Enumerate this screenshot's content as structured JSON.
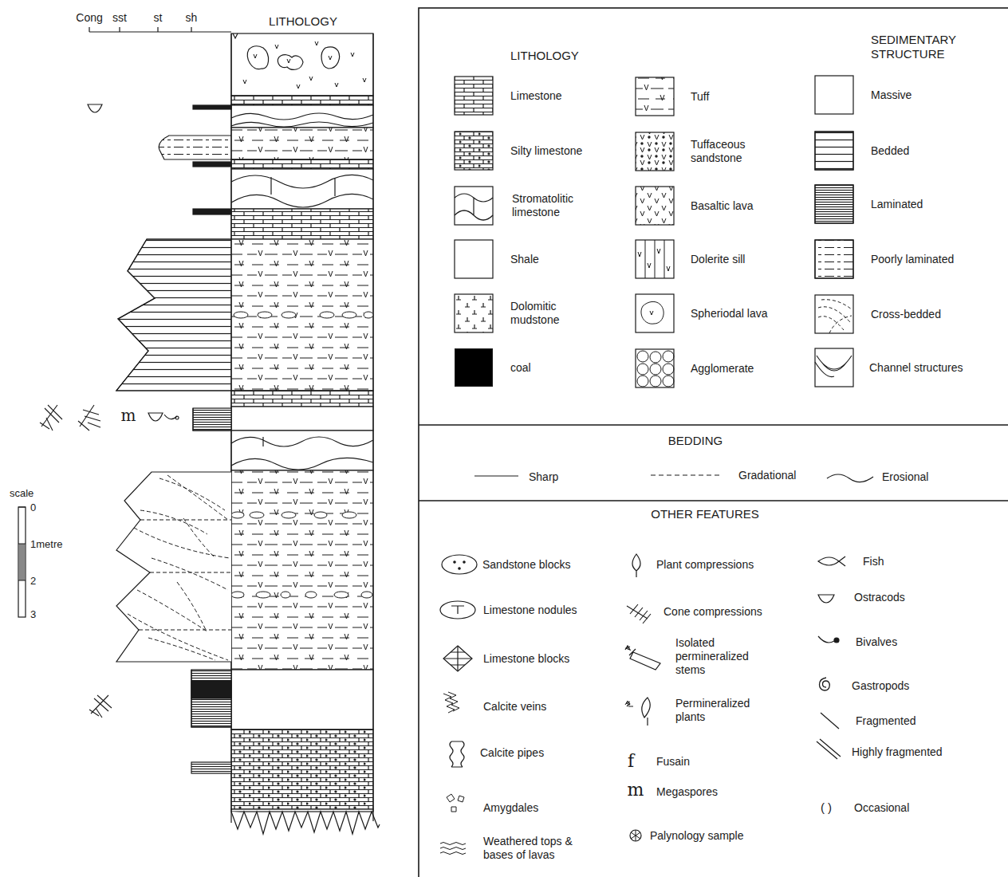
{
  "diagram": {
    "labels": [
      "Cong",
      "sst",
      "st",
      "sh",
      "LITHOLOGY",
      "m",
      "scale",
      "0",
      "1metre",
      "2",
      "3",
      "LITHOLOGY",
      "SEDIMENTARY STRUCTURE",
      "BEDDING",
      "OTHER FEATURES",
      "f",
      "m",
      "( )"
    ],
    "legend": [
      {
        "text": "Limestone"
      },
      {
        "text": "Silty limestone"
      },
      {
        "text": "Stromatolitic limestone"
      },
      {
        "text": "Shale"
      },
      {
        "text": "Dolomitic mudstone"
      },
      {
        "text": "coal",
        "color": "#000000"
      },
      {
        "text": "Tuff"
      },
      {
        "text": "Tuffaceous sandstone"
      },
      {
        "text": "Basaltic lava"
      },
      {
        "text": "Dolerite sill"
      },
      {
        "text": "Spheriodal lava"
      },
      {
        "text": "Agglomerate"
      },
      {
        "text": "Massive"
      },
      {
        "text": "Bedded"
      },
      {
        "text": "Laminated"
      },
      {
        "text": "Poorly laminated"
      },
      {
        "text": "Cross-bedded"
      },
      {
        "text": "Channel structures"
      },
      {
        "text": "Sharp"
      },
      {
        "text": "Gradational"
      },
      {
        "text": "Erosional"
      },
      {
        "text": "Sandstone blocks"
      },
      {
        "text": "Limestone nodules"
      },
      {
        "text": "Limestone blocks"
      },
      {
        "text": "Calcite veins"
      },
      {
        "text": "Calcite pipes"
      },
      {
        "text": "Amygdales"
      },
      {
        "text": "Weathered tops & bases of lavas"
      },
      {
        "text": "Plant compressions"
      },
      {
        "text": "Cone compressions"
      },
      {
        "text": "Isolated permineralized stems"
      },
      {
        "text": "Permineralized plants"
      },
      {
        "text": "Fusain"
      },
      {
        "text": "Megaspores"
      },
      {
        "text": "Palynology sample"
      },
      {
        "text": "Fish"
      },
      {
        "text": "Ostracods"
      },
      {
        "text": "Bivalves"
      },
      {
        "text": "Gastropods"
      },
      {
        "text": "Fragmented"
      },
      {
        "text": "Highly fragmented"
      },
      {
        "text": "Occasional"
      }
    ]
  }
}
